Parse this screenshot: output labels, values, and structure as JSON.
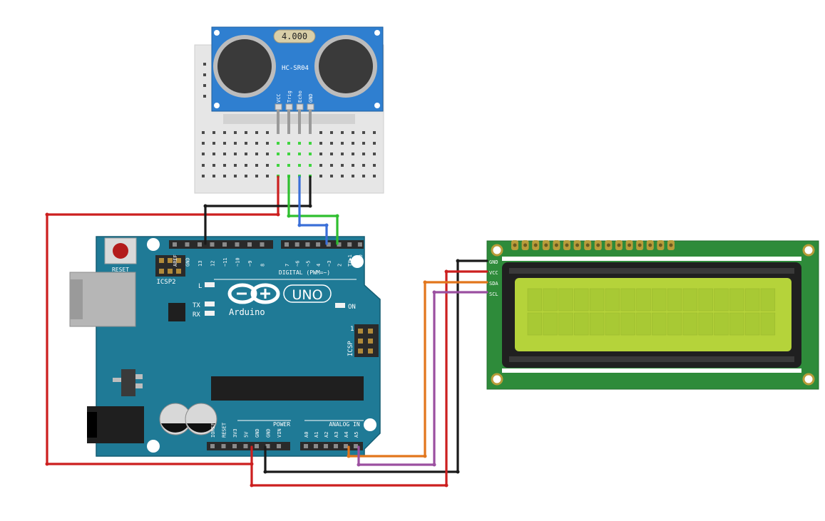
{
  "sensor": {
    "crystal_label": "4.000",
    "model_label": "HC-SR04",
    "pins": [
      "VCC",
      "Trig",
      "Echo",
      "GND"
    ]
  },
  "arduino": {
    "reset_label": "RESET",
    "icsp2_label": "ICSP2",
    "icsp_label": "ICSP",
    "icsp_pin1": "1",
    "digital_label": "DIGITAL (PWM=~)",
    "digital_header_left": [
      "AREF",
      "GND",
      "13",
      "12",
      "~11",
      "~10",
      "~9",
      "8"
    ],
    "digital_header_right": [
      "7",
      "~6",
      "~5",
      "4",
      "~3",
      "2",
      "TX▶1",
      "RX◀0"
    ],
    "led_l": "L",
    "led_tx": "TX",
    "led_rx": "RX",
    "led_on": "ON",
    "uno_label": "UNO",
    "brand_label": "Arduino",
    "power_label": "POWER",
    "analog_label": "ANALOG IN",
    "power_pins": [
      "IOREF",
      "RESET",
      "3V3",
      "5V",
      "GND",
      "GND",
      "VIN"
    ],
    "analog_pins": [
      "A0",
      "A1",
      "A2",
      "A3",
      "A4",
      "A5"
    ]
  },
  "lcd": {
    "pins": [
      "GND",
      "VCC",
      "SDA",
      "SCL"
    ],
    "columns": 16,
    "rows": 2
  },
  "colors": {
    "board": "#1f7a96",
    "lcd_pcb": "#2e8b3a",
    "lcd_screen": "#b5d33a",
    "wire_red": "#cc1f1f",
    "wire_black": "#1a1a1a",
    "wire_green": "#2fbf2f",
    "wire_blue": "#3a6fd8",
    "wire_orange": "#e2761c",
    "wire_purple": "#9b4fa0"
  }
}
